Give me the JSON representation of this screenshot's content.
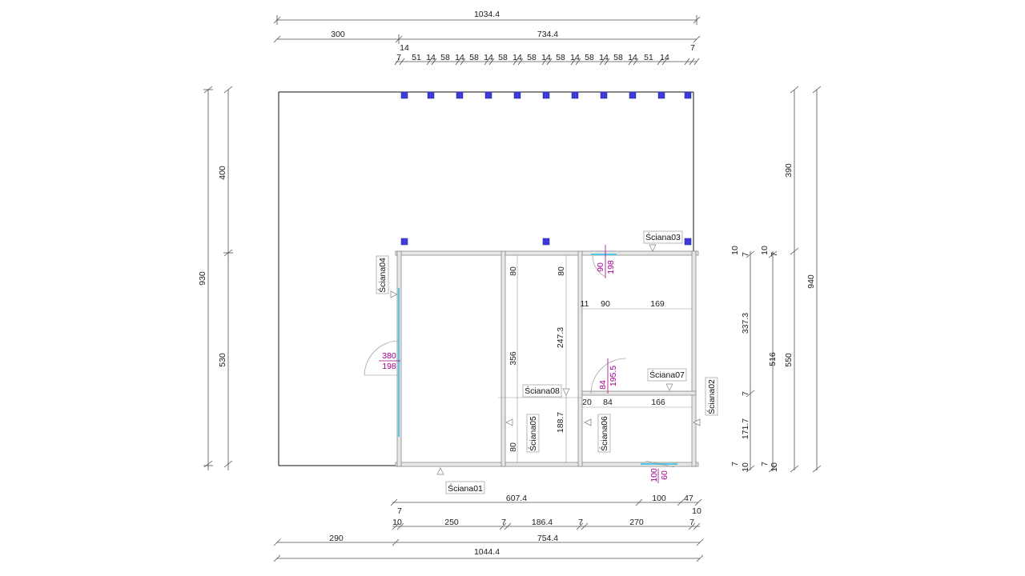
{
  "dimensions": {
    "top_total": "1034.4",
    "top_left": "300",
    "top_right": "734.4",
    "top_small_a": "14",
    "top_small_b": "7",
    "top_small_end": "7",
    "post_spacing": [
      "7",
      "51",
      "14",
      "58",
      "14",
      "58",
      "14",
      "58",
      "14",
      "58",
      "14",
      "58",
      "14",
      "58",
      "14",
      "58",
      "14",
      "51",
      "14"
    ],
    "left_total": "930",
    "left_upper": "400",
    "left_lower": "530",
    "right_total": "940",
    "right_upper": "390",
    "right_lower": "550",
    "right_mid": "516",
    "right_small": [
      "10",
      "7",
      "10",
      "7",
      "7",
      "10",
      "7",
      "10"
    ],
    "room_right_upper": "337.3",
    "room_right_lower": "171.7",
    "room_right_small": "7",
    "bottom_total": "1044.4",
    "bottom_left": "290",
    "bottom_right": "754.4",
    "bottom_inner": "607.4",
    "bottom_door": "100",
    "bottom_end": "47",
    "bottom_small_a": "7",
    "bottom_small_b": "10",
    "bottom_small_end": "10",
    "bottom_rooms": [
      "250",
      "7",
      "186.4",
      "7",
      "270",
      "7"
    ],
    "inner_80_a": "80",
    "inner_80_b": "80",
    "inner_80_c": "80",
    "inner_356": "356",
    "inner_247": "247.3",
    "inner_188": "188.7",
    "inner_11": "11",
    "inner_90": "90",
    "inner_169": "169",
    "inner_20": "20",
    "inner_84": "84",
    "inner_166": "166"
  },
  "doors": [
    {
      "width": "380",
      "height": "198"
    },
    {
      "width": "90",
      "height": "198"
    },
    {
      "width": "84",
      "height": "195.5"
    },
    {
      "width": "100",
      "height": "60"
    }
  ],
  "walls": {
    "w1": "Ściana01",
    "w2": "Ściana02",
    "w3": "Ściana03",
    "w4": "Ściana04",
    "w5": "Ściana05",
    "w6": "Ściana06",
    "w7": "Ściana07",
    "w8": "Ściana08"
  },
  "colors": {
    "post": "#3c3cd8",
    "glass": "#55c6e6",
    "door_label": "#a0008c"
  }
}
